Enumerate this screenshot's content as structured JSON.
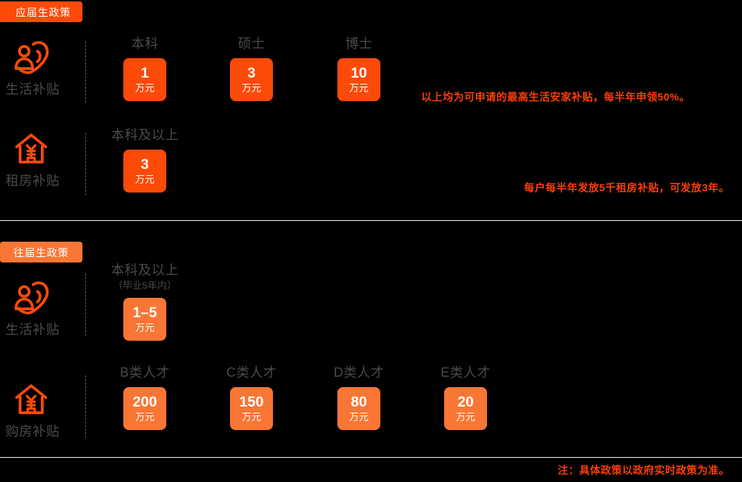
{
  "colors": {
    "background": "#000000",
    "accent_primary": "#fc4a09",
    "accent_secondary": "#fa7635",
    "label_grey": "#4a4a4a",
    "divider_white": "#ffffff",
    "dash_grey": "#666666"
  },
  "sections": [
    {
      "badge": "应届生政策",
      "rows": [
        {
          "icon": "person-in-heart-icon",
          "category": "生活补贴",
          "columns": [
            {
              "title": "本科",
              "sub": "",
              "amount": "1",
              "unit": "万元"
            },
            {
              "title": "硕士",
              "sub": "",
              "amount": "3",
              "unit": "万元"
            },
            {
              "title": "博士",
              "sub": "",
              "amount": "10",
              "unit": "万元"
            }
          ],
          "note": "以上均为可申请的最高生活安家补贴，每半年申领50%。"
        },
        {
          "icon": "house-with-yuan-icon",
          "category": "租房补贴",
          "columns": [
            {
              "title": "本科及以上",
              "sub": "",
              "amount": "3",
              "unit": "万元"
            }
          ],
          "note": "每户每半年发放5千租房补贴，可发放3年。"
        }
      ]
    },
    {
      "badge": "往届生政策",
      "rows": [
        {
          "icon": "person-in-heart-icon",
          "category": "生活补贴",
          "columns": [
            {
              "title": "本科及以上",
              "sub": "（毕业5年内）",
              "amount": "1–5",
              "unit": "万元"
            }
          ],
          "note": ""
        },
        {
          "icon": "house-with-yuan-icon",
          "category": "购房补贴",
          "columns": [
            {
              "title": "B类人才",
              "sub": "",
              "amount": "200",
              "unit": "万元"
            },
            {
              "title": "C类人才",
              "sub": "",
              "amount": "150",
              "unit": "万元"
            },
            {
              "title": "D类人才",
              "sub": "",
              "amount": "80",
              "unit": "万元"
            },
            {
              "title": "E类人才",
              "sub": "",
              "amount": "20",
              "unit": "万元"
            }
          ],
          "note": ""
        }
      ]
    }
  ],
  "footnote": "注：具体政策以政府实时政策为准。"
}
